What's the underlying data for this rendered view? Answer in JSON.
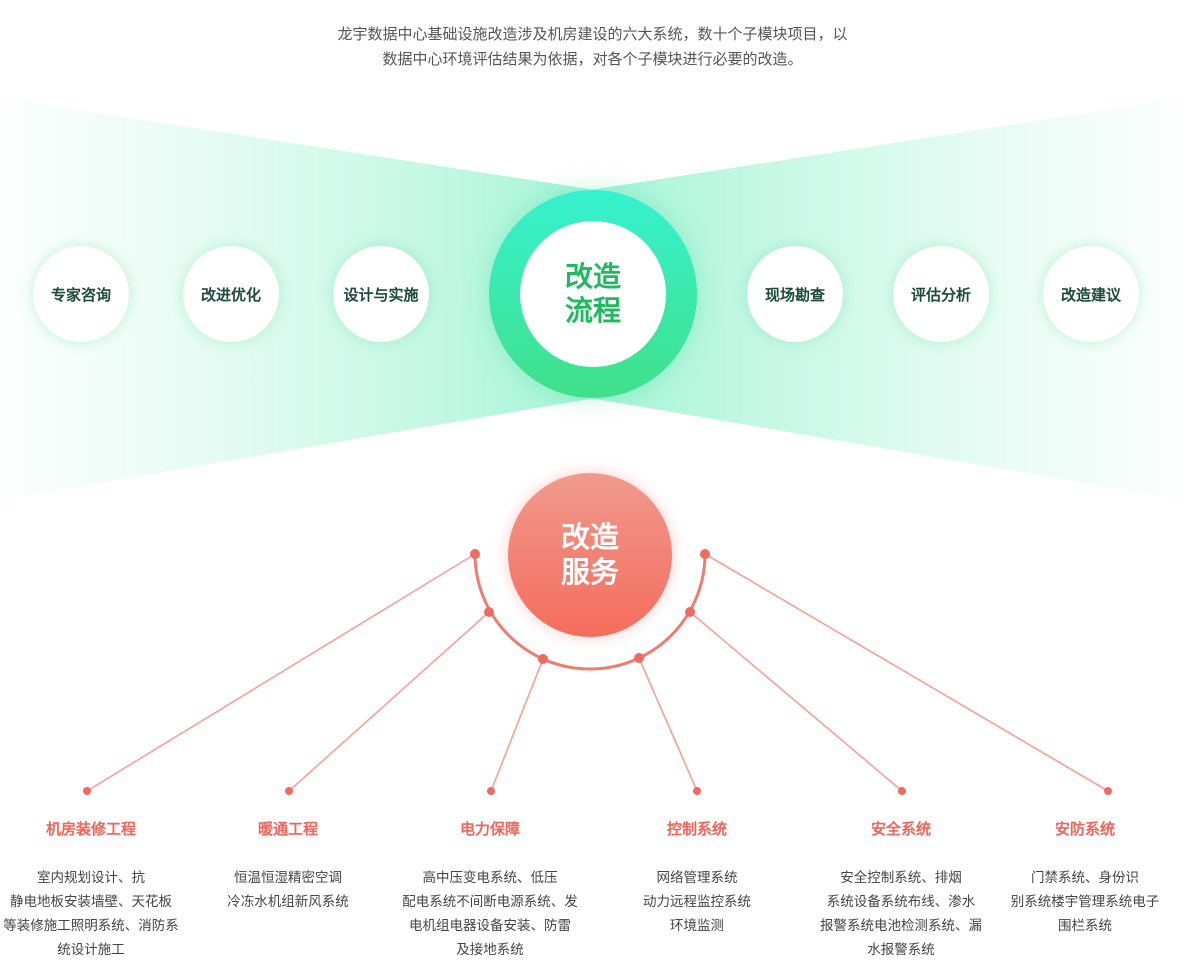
{
  "intro": {
    "line1": "龙宇数据中心基础设施改造涉及机房建设的六大系统，数十个子模块项目，以",
    "line2": "数据中心环境评估结果为依据，对各个子模块进行必要的改造。"
  },
  "process": {
    "center_line1": "改造",
    "center_line2": "流程",
    "left_steps": [
      "专家咨询",
      "改进优化",
      "设计与实施"
    ],
    "right_steps": [
      "现场勘查",
      "评估分析",
      "改造建议"
    ]
  },
  "service": {
    "center_line1": "改造",
    "center_line2": "服务",
    "items": [
      {
        "title": "机房装修工程",
        "desc": [
          "室内规划设计、抗",
          "静电地板安装墙壁、天花板",
          "等装修施工照明系统、消防系",
          "统设计施工"
        ]
      },
      {
        "title": "暖通工程",
        "desc": [
          "恒温恒湿精密空调",
          "冷冻水机组新风系统"
        ]
      },
      {
        "title": "电力保障",
        "desc": [
          "高中压变电系统、低压",
          "配电系统不间断电源系统、发",
          "电机组电器设备安装、防雷",
          "及接地系统"
        ]
      },
      {
        "title": "控制系统",
        "desc": [
          "网络管理系统",
          "动力远程监控系统",
          "环境监测"
        ]
      },
      {
        "title": "安全系统",
        "desc": [
          "安全控制系统、排烟",
          "系统设备系统布线、渗水",
          "报警系统电池检测系统、漏",
          "水报警系统"
        ]
      },
      {
        "title": "安防系统",
        "desc": [
          "门禁系统、身份识",
          "别系统楼宇管理系统电子",
          "围栏系统"
        ]
      }
    ]
  },
  "colors": {
    "process_green": "#1fba5f",
    "ring_top": "#36f2cf",
    "ring_bottom": "#40e08a",
    "service_red": "#f0645a"
  }
}
